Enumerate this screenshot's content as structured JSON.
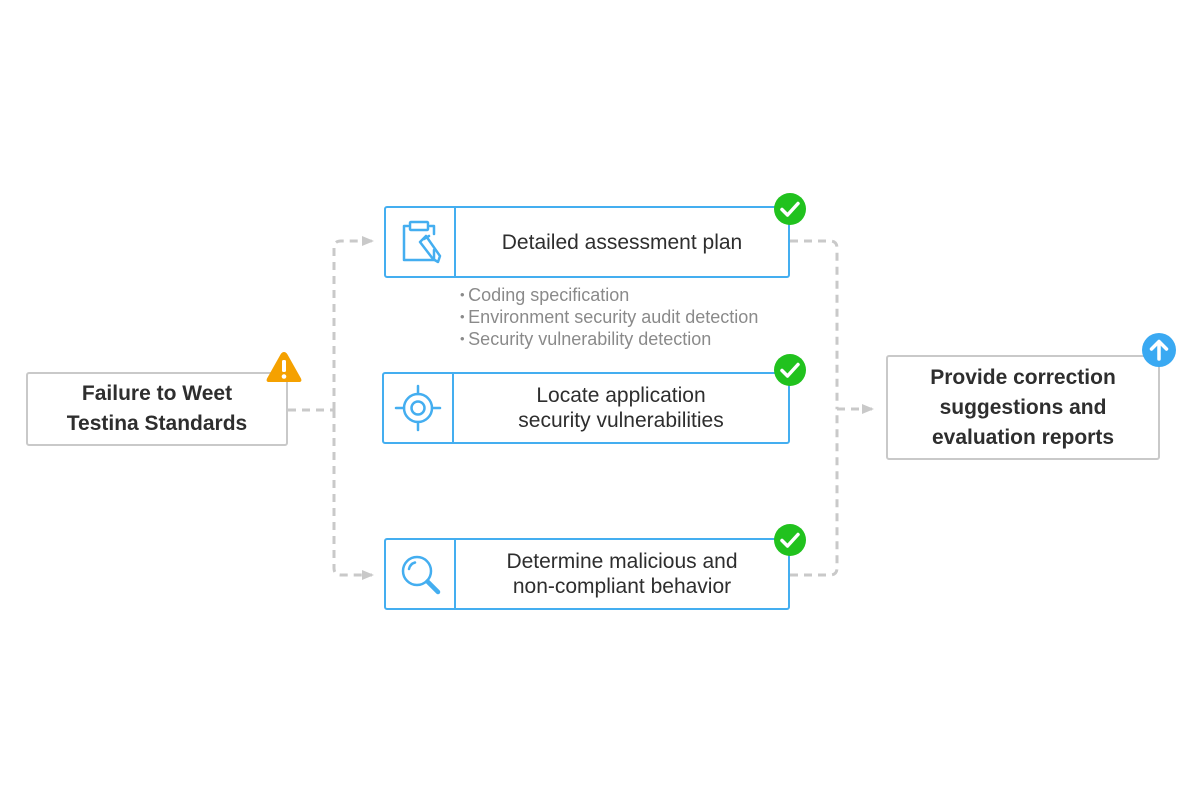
{
  "colors": {
    "accent": "#44aef0",
    "connector": "#c9c9c9",
    "success": "#21c21e",
    "warning": "#f5a100",
    "info": "#3aa9f2"
  },
  "source": {
    "label": "Failure to Weet\nTestina Standards",
    "badge_icon": "warning-triangle-icon"
  },
  "steps": [
    {
      "label": "Detailed assessment plan",
      "icon": "clipboard-pen-icon",
      "badge_icon": "check-circle-icon",
      "bullets": [
        "Coding specification",
        "Environment security audit detection",
        "Security vulnerability detection"
      ]
    },
    {
      "label": "Locate application\nsecurity vulnerabilities",
      "icon": "target-icon",
      "badge_icon": "check-circle-icon"
    },
    {
      "label": "Determine malicious and\nnon-compliant behavior",
      "icon": "magnifier-icon",
      "badge_icon": "check-circle-icon"
    }
  ],
  "result": {
    "label": "Provide correction\nsuggestions and\nevaluation reports",
    "badge_icon": "arrow-up-circle-icon"
  }
}
